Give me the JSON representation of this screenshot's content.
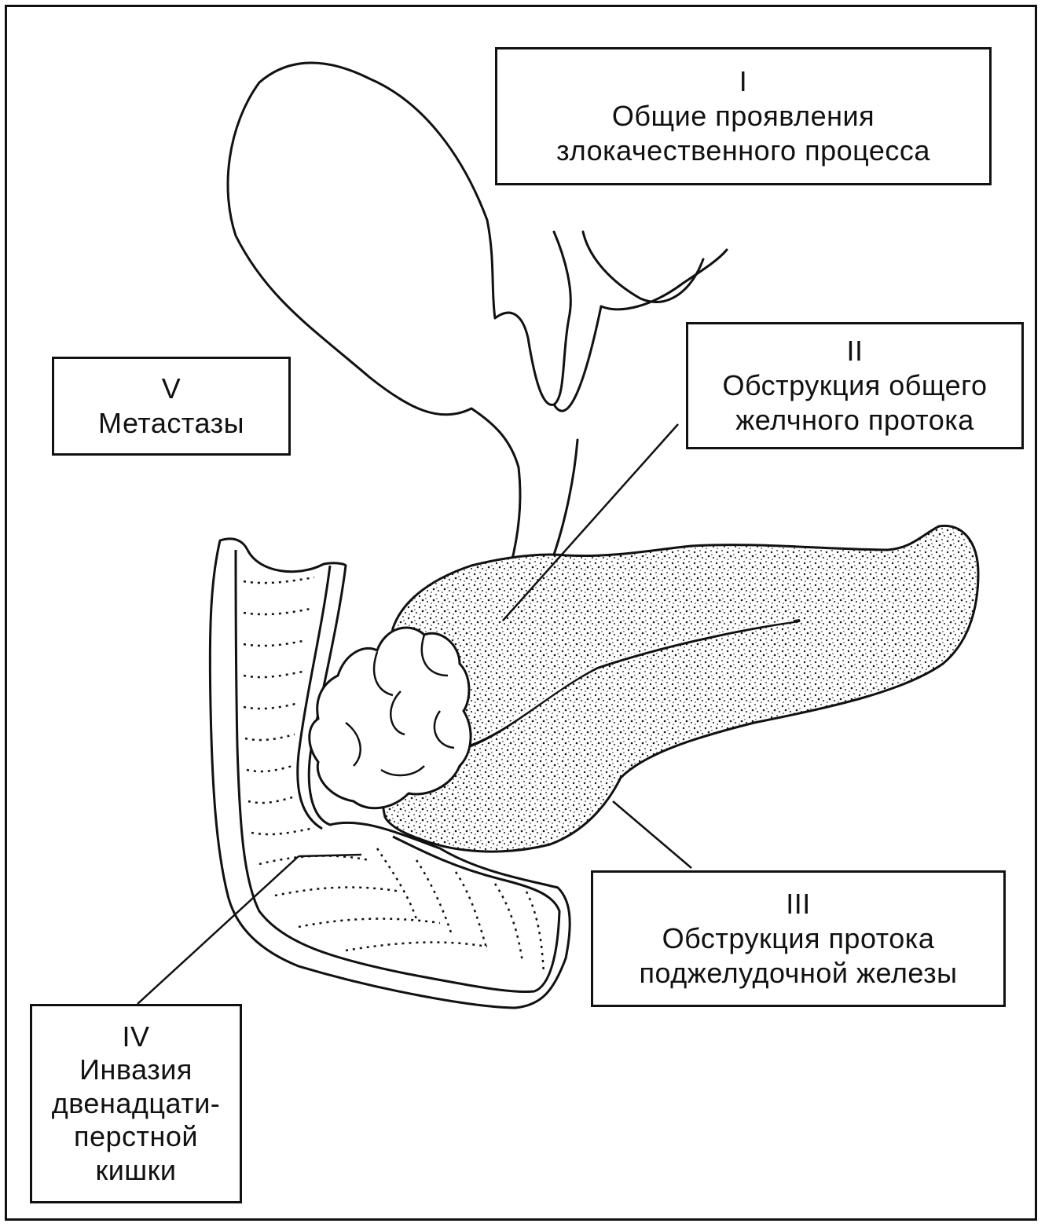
{
  "labels": {
    "box1": {
      "numeral": "I",
      "lines": [
        "Общие проявления",
        "злокачественного процесса"
      ]
    },
    "box2": {
      "numeral": "II",
      "lines": [
        "Обструкция общего",
        "желчного протока"
      ]
    },
    "box3": {
      "numeral": "III",
      "lines": [
        "Обструкция протока",
        "поджелудочной железы"
      ]
    },
    "box4": {
      "numeral": "IV",
      "lines": [
        "Инвазия",
        "двенадцати-",
        "перстной",
        "кишки"
      ]
    },
    "box5": {
      "numeral": "V",
      "lines": [
        "Метастазы"
      ]
    }
  },
  "colors": {
    "ink": "#111111",
    "paper": "#ffffff"
  }
}
